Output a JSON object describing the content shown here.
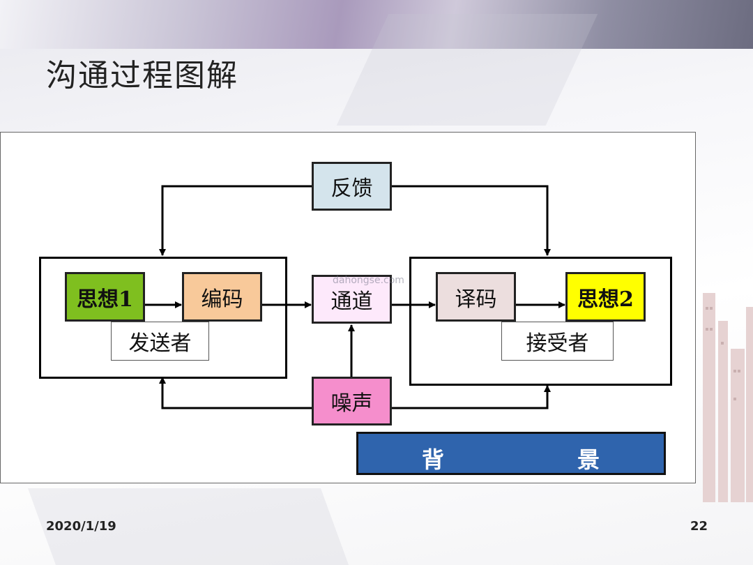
{
  "slide": {
    "title": "沟通过程图解",
    "date": "2020/1/19",
    "page_number": "22"
  },
  "diagram": {
    "feedback": "反馈",
    "thought1": "思想1",
    "encode": "编码",
    "sender": "发送者",
    "channel": "通道",
    "decode": "译码",
    "thought2": "思想2",
    "receiver": "接受者",
    "noise": "噪声",
    "background_left": "背",
    "background_right": "景"
  },
  "watermark": "dahongse.com",
  "colors": {
    "thought1": "#7fbf1f",
    "encode": "#f8c99a",
    "channel": "#fde9fb",
    "decode": "#ecdede",
    "thought2": "#ffff00",
    "feedback": "#d4e4ec",
    "noise": "#f58ecc",
    "background": "#2f64ad"
  }
}
